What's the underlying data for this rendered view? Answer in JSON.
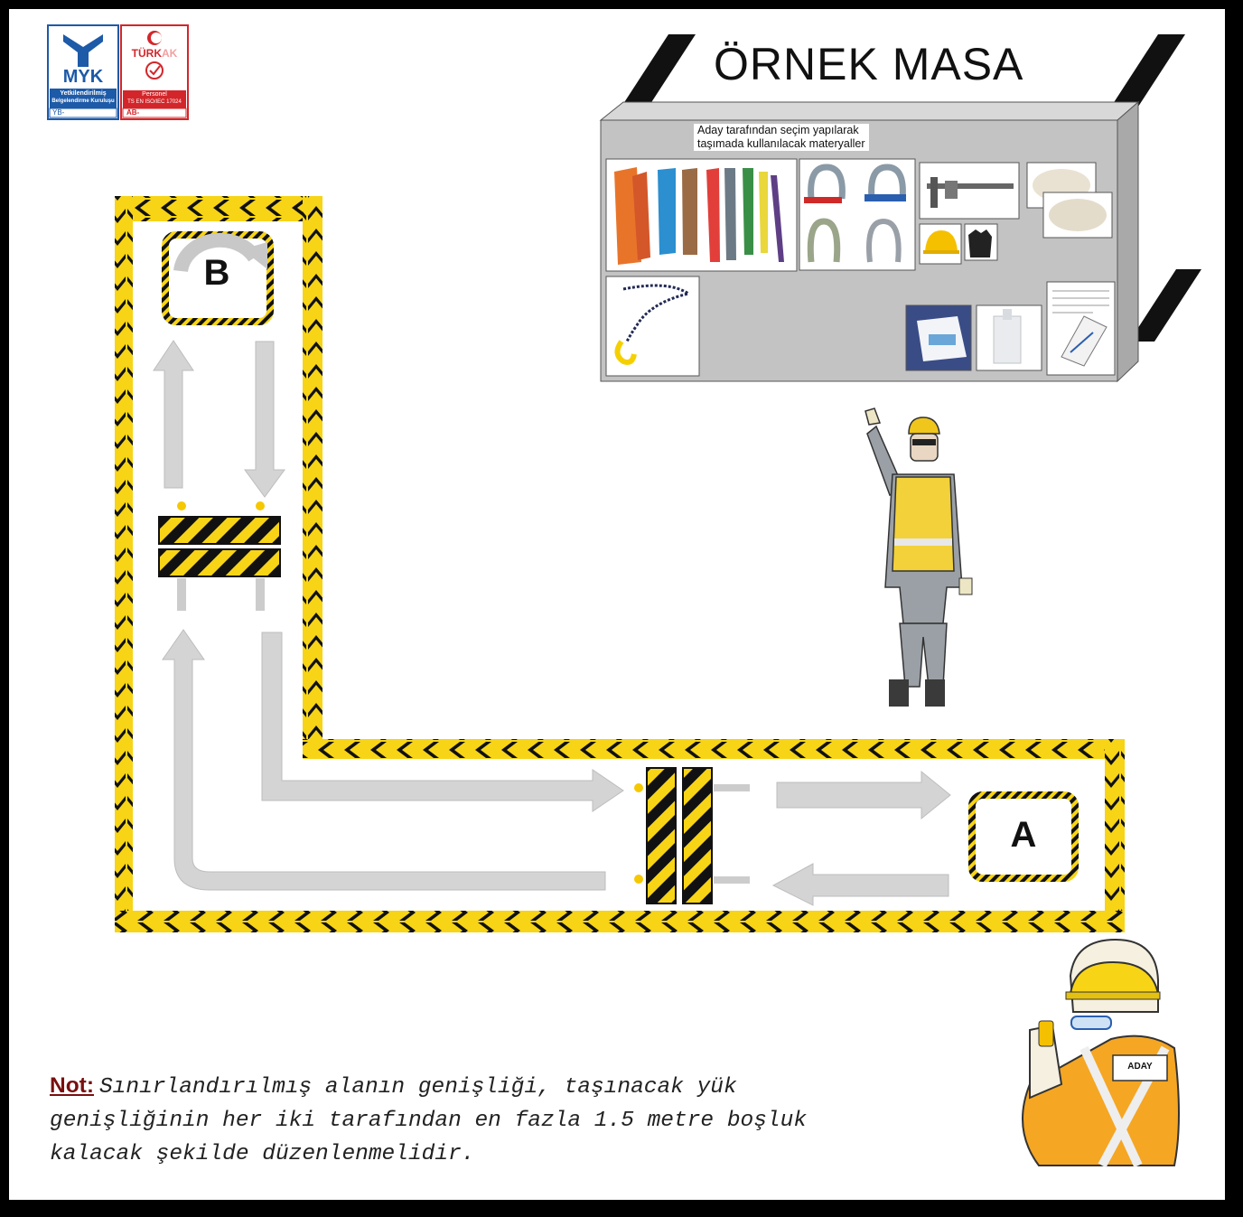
{
  "title": "ÖRNEK MASA",
  "table": {
    "caption_line1": "Aday tarafından seçim yapılarak",
    "caption_line2": "taşımada kullanılacak materyaller",
    "items": [
      "sling-straps",
      "shackles",
      "caliper",
      "cotton-waste",
      "hard-hat",
      "work-gloves",
      "chain-hook",
      "safety-glasses-box",
      "hand-sanitizer",
      "form-document"
    ]
  },
  "areas": {
    "b_label": "B",
    "a_label": "A"
  },
  "logos": {
    "myk": {
      "name": "MYK",
      "line1": "Yetkilendirilmiş",
      "line2": "Belgelendirme Kuruluşu",
      "code": "YB-"
    },
    "turkak": {
      "name_a": "TÜRK",
      "name_b": "AK",
      "line1": "Personel",
      "line2": "TS EN ISO/IEC 17024",
      "code": "AB-"
    }
  },
  "badge_text": "ADAY",
  "note": {
    "label": "Not:",
    "text": "Sınırlandırılmış alanın genişliği, taşınacak yük genişliğinin her iki tarafından en fazla 1.5 metre boşluk kalacak şekilde düzenlenmelidir."
  },
  "colors": {
    "hazard_yellow": "#f7d416",
    "hazard_black": "#111111",
    "table_gray": "#c3c3c3",
    "arrow_gray": "#d2d2d2",
    "logo_blue": "#1d5aa8",
    "logo_red": "#d3262a"
  }
}
